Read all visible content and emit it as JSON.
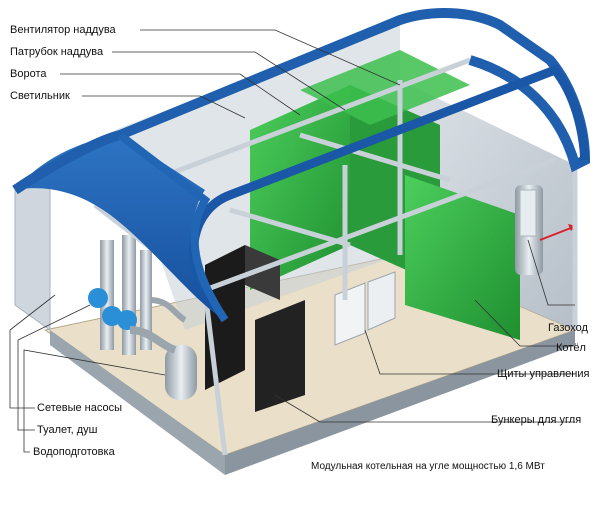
{
  "labels": {
    "fan": "Вентилятор наддува",
    "inlet": "Патрубок наддува",
    "gate": "Ворота",
    "lamp": "Светильник",
    "gas_outlet": "Газоход",
    "boiler": "Котёл",
    "control_panels": "Щиты управления",
    "coal_bunkers": "Бункеры для угля",
    "network_pumps": "Сетевые насосы",
    "toilet_shower": "Туалет, душ",
    "water_treatment": "Водоподготовка"
  },
  "caption": "Модульная котельная на угле мощностью 1,6 МВт",
  "colors": {
    "roof": "#1f5fae",
    "roof_edge": "#0d3f86",
    "frame": "#b9c3cc",
    "boiler": "#39b54a",
    "boiler_dark": "#1f7f2e",
    "pump": "#2a8fd6",
    "floor": "#e8dcc4",
    "bunker": "#1a1a1a",
    "leader": "#333333"
  }
}
